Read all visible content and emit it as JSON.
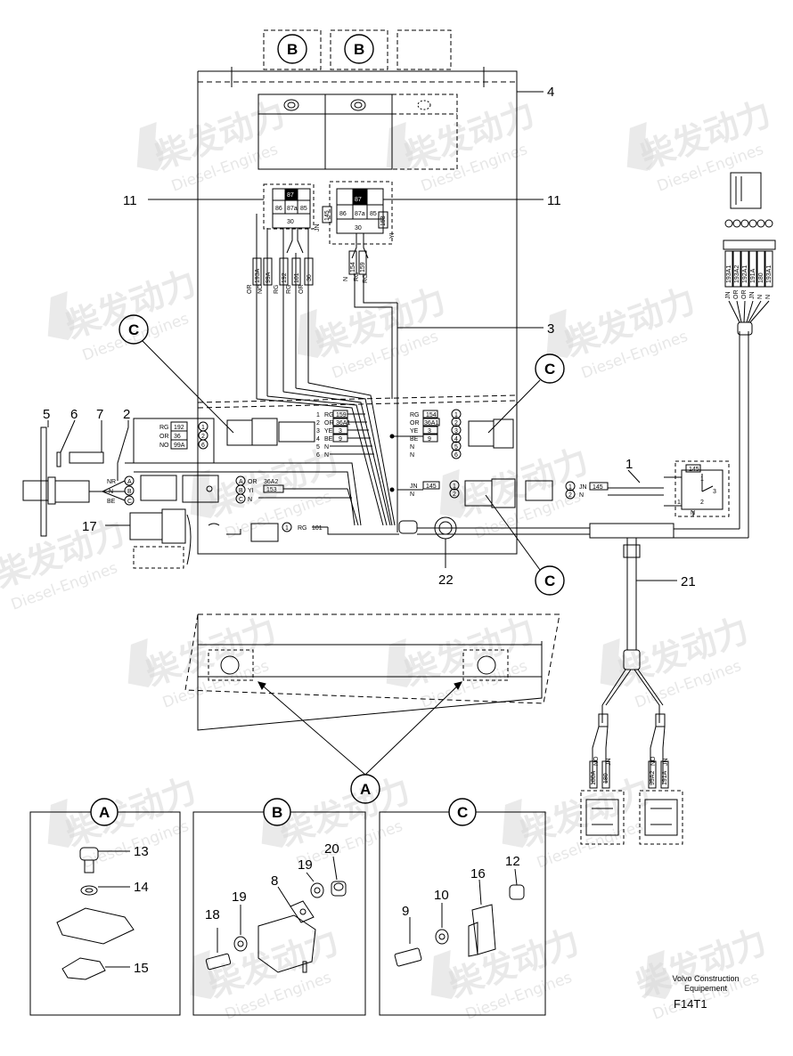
{
  "callouts": [
    {
      "id": "4",
      "text": "4"
    },
    {
      "id": "11a",
      "text": "11"
    },
    {
      "id": "11b",
      "text": "11"
    },
    {
      "id": "3",
      "text": "3"
    },
    {
      "id": "5",
      "text": "5"
    },
    {
      "id": "6",
      "text": "6"
    },
    {
      "id": "7",
      "text": "7"
    },
    {
      "id": "2",
      "text": "2"
    },
    {
      "id": "1",
      "text": "1"
    },
    {
      "id": "17",
      "text": "17"
    },
    {
      "id": "22",
      "text": "22"
    },
    {
      "id": "21",
      "text": "21"
    }
  ],
  "circle_refs": {
    "b1": "B",
    "b2": "B",
    "c1": "C",
    "c2": "C",
    "c3": "C",
    "a_main": "A"
  },
  "relays": {
    "left": {
      "pins": [
        "87",
        "86",
        "87a",
        "85",
        "30"
      ]
    },
    "right": {
      "pins": [
        "86",
        "87",
        "87a",
        "85",
        "30"
      ],
      "side_left": "145",
      "side_right": "153",
      "side_left_code": "JN",
      "side_right_code": "YI"
    }
  },
  "wires_top_left": [
    "OR",
    "193A",
    "NO",
    "99A",
    "RG",
    "192",
    "RG",
    "101",
    "OR",
    "36"
  ],
  "wires_top_right": [
    "N",
    "154",
    "RG",
    "159",
    "RG"
  ],
  "connector_left": {
    "rows": [
      [
        "RG",
        "192",
        "1"
      ],
      [
        "OR",
        "36",
        "2"
      ],
      [
        "NO",
        "99A",
        "6"
      ]
    ]
  },
  "connector_mid": {
    "rows": [
      [
        "1",
        "RG",
        "159"
      ],
      [
        "2",
        "OR",
        "36A1"
      ],
      [
        "3",
        "YE",
        "3"
      ],
      [
        "4",
        "BE",
        "9"
      ],
      [
        "5",
        "N",
        ""
      ],
      [
        "6",
        "N",
        ""
      ]
    ]
  },
  "connector_right": {
    "rows": [
      [
        "RG",
        "154",
        "1"
      ],
      [
        "OR",
        "36A1",
        "2"
      ],
      [
        "YE",
        "3",
        "3"
      ],
      [
        "BE",
        "9",
        "4"
      ],
      [
        "N",
        "",
        "5"
      ],
      [
        "N",
        "",
        "6"
      ]
    ]
  },
  "sensor_pins": {
    "rows": [
      [
        "NR",
        "A"
      ],
      [
        "N",
        "B"
      ],
      [
        "BE",
        "C"
      ]
    ]
  },
  "connector_sensor": {
    "rows": [
      [
        "A",
        "OR",
        "36A2"
      ],
      [
        "B",
        "YI",
        "153"
      ],
      [
        "C",
        "N",
        ""
      ]
    ]
  },
  "connector_145": {
    "rows": [
      [
        "JN",
        "145",
        "1"
      ],
      [
        "N",
        "",
        "2"
      ]
    ]
  },
  "connector_145_right": {
    "rows": [
      [
        "1",
        "JN",
        "145"
      ],
      [
        "2",
        "N",
        ""
      ]
    ]
  },
  "connector_101": {
    "rows": [
      [
        "1",
        "RG",
        "101"
      ]
    ]
  },
  "harness_right_codes": [
    "JN",
    "193A1",
    "OR",
    "193A2",
    "OR",
    "192A1",
    "JN",
    "191A",
    "N",
    "180",
    "N",
    "193A1"
  ],
  "lamp_left": {
    "codes": [
      "NO",
      "180A",
      "JN",
      "180"
    ]
  },
  "lamp_right": {
    "codes": [
      "NO",
      "99A2",
      "JN",
      "191A"
    ]
  },
  "rotary_switch": {
    "top": "145",
    "pins": [
      "1",
      "2",
      "3"
    ],
    "bottom": "N",
    "left": "1"
  },
  "panels": {
    "A": {
      "letter": "A",
      "items": [
        {
          "n": "13"
        },
        {
          "n": "14"
        },
        {
          "n": "15"
        }
      ]
    },
    "B": {
      "letter": "B",
      "items": [
        {
          "n": "8"
        },
        {
          "n": "18"
        },
        {
          "n": "19"
        },
        {
          "n": "19"
        },
        {
          "n": "20"
        }
      ]
    },
    "C": {
      "letter": "C",
      "items": [
        {
          "n": "9"
        },
        {
          "n": "10"
        },
        {
          "n": "16"
        },
        {
          "n": "12"
        }
      ]
    }
  },
  "caption": {
    "line1": "Volvo Construction",
    "line2": "Equipement",
    "code": "F14T1"
  },
  "watermark": {
    "cn": "柴发动力",
    "en": "Diesel-Engines"
  }
}
